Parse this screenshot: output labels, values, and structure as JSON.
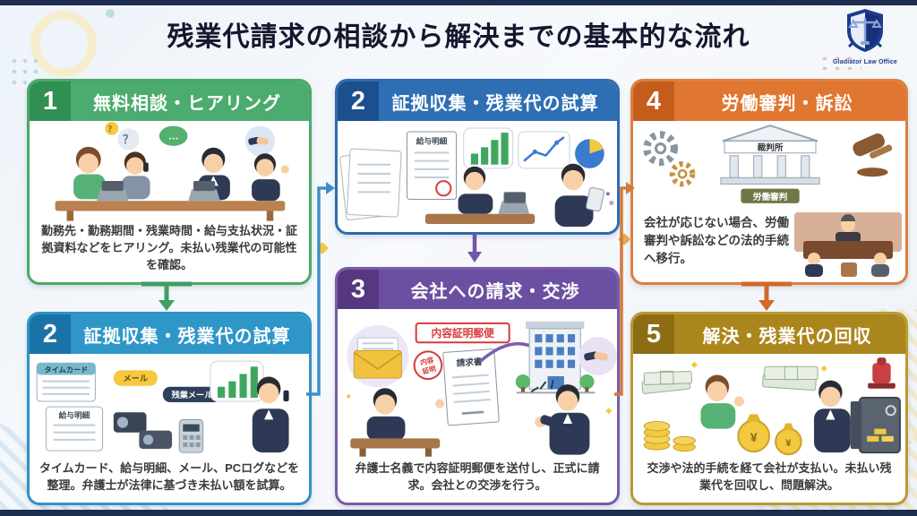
{
  "header": {
    "title": "残業代請求の相談から解決までの基本的な流れ",
    "logo_text": "Gladiator Law Office"
  },
  "boxes": [
    {
      "number": "1",
      "title": "無料相談・ヒアリング",
      "caption": "勤務先・勤務期間・残業時間・給与支払状況・証拠資料などをヒアリング。未払い残業代の可能性を確認。",
      "accent": "#4CAB6E"
    },
    {
      "number": "2",
      "title": "証拠収集・残業代の試算",
      "caption": "タイムカード、給与明細、メール、PCログなどを整理。弁護士が法律に基づき未払い額を試算。",
      "accent": "#2F96C8"
    },
    {
      "number": "2",
      "title": "証拠収集・残業代の試算",
      "caption": "",
      "accent": "#2E6FB4"
    },
    {
      "number": "3",
      "title": "会社への請求・交渉",
      "caption": "弁護士名義で内容証明郵便を送付し、正式に請求。会社との交渉を行う。",
      "accent": "#6B4FA0"
    },
    {
      "number": "4",
      "title": "労働審判・訴訟",
      "caption": "会社が応じない場合、労働審判や訴訟などの法的手続へ移行。",
      "accent": "#E0762F"
    },
    {
      "number": "5",
      "title": "解決・残業代の回収",
      "caption": "交渉や法的手続を経て会社が支払い。未払い残業代を回収し、問題解決。",
      "accent": "#AB861C"
    }
  ],
  "labels": {
    "question": "？",
    "ellipsis": "…",
    "timecard": "タイムカード",
    "payslip": "給与明細",
    "mail": "メール",
    "overtime_mail": "残業メール",
    "payslip2": "給与明細",
    "certified_mail": "内容証明郵便",
    "stamp_top": "内容",
    "stamp_bottom": "証明",
    "invoice": "請求書",
    "courthouse": "裁判所",
    "labor_tribunal": "労働審判",
    "yen": "¥"
  },
  "colors": {
    "edge_bar": "#1D2D50",
    "step1_green": "#4CAB6E",
    "step2_blue": "#2F96C8",
    "step2b_blue": "#2E6FB4",
    "step3_purple": "#6B4FA0",
    "step4_orange": "#E0762F",
    "step5_gold": "#AB861C",
    "logo_navy": "#1E3C8C"
  }
}
